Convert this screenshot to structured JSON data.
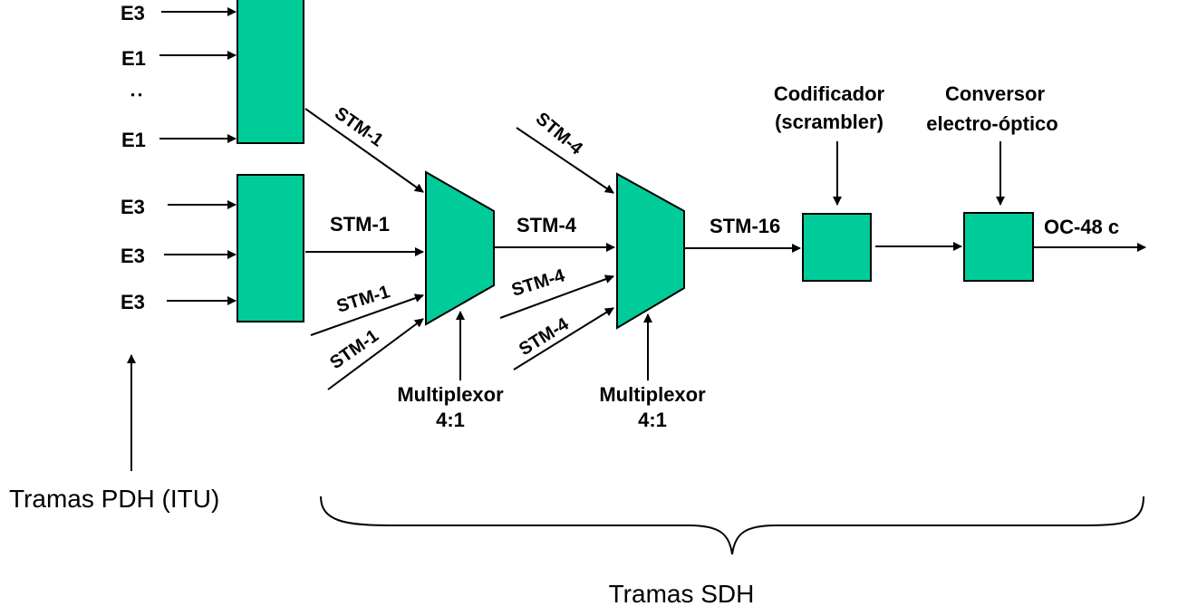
{
  "colors": {
    "block_fill": "#00CC99",
    "stroke": "#000000",
    "background": "#FFFFFF"
  },
  "inputs": {
    "top": [
      "E3",
      "E1",
      ":",
      "E1"
    ],
    "bottom": [
      "E3",
      "E3",
      "E3"
    ]
  },
  "signals": {
    "stm1_top": "STM-1",
    "stm1_mid": "STM-1",
    "stm1_low1": "STM-1",
    "stm1_low2": "STM-1",
    "stm4_top": "STM-4",
    "stm4_mid": "STM-4",
    "stm4_low1": "STM-4",
    "stm4_low2": "STM-4",
    "stm16": "STM-16",
    "oc48": "OC-48 c"
  },
  "blocks": {
    "mux1": {
      "line1": "Multiplexor",
      "line2": "4:1"
    },
    "mux2": {
      "line1": "Multiplexor",
      "line2": "4:1"
    },
    "scrambler": {
      "line1": "Codificador",
      "line2": "(scrambler)"
    },
    "converter": {
      "line1": "Conversor",
      "line2": "electro-óptico"
    }
  },
  "groups": {
    "pdh": "Tramas PDH (ITU)",
    "sdh": "Tramas SDH"
  }
}
